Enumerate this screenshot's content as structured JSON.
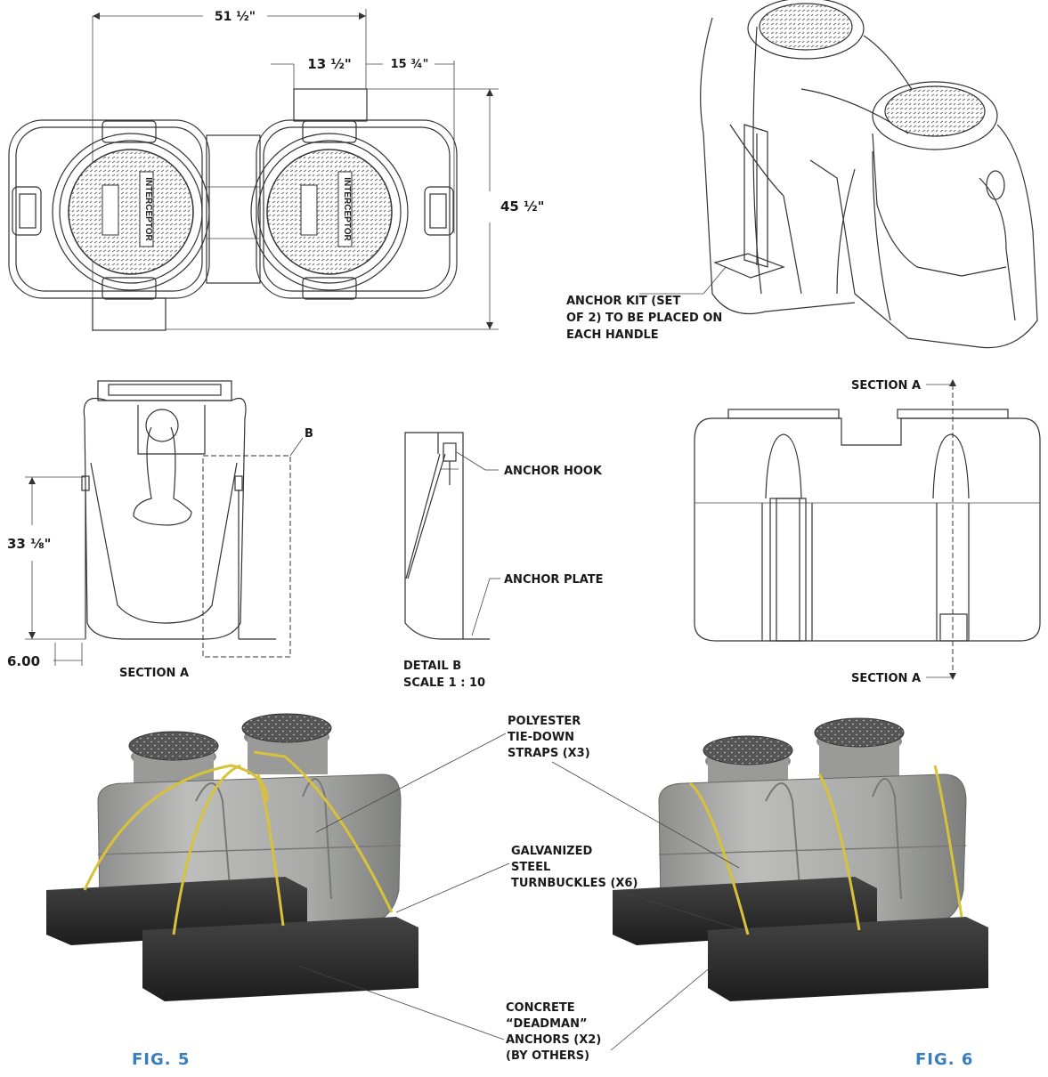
{
  "dimensions": {
    "overall_length": "51 ½\"",
    "lid_offset": "13 ½\"",
    "plate_offset": "15 ¾\"",
    "overall_width": "45 ½\"",
    "height": "33 ⅛\"",
    "plate_depth": "6.00"
  },
  "callouts": {
    "anchor_kit": [
      "ANCHOR KIT (SET",
      "OF 2) TO BE PLACED ON",
      "EACH HANDLE"
    ],
    "anchor_hook": "ANCHOR HOOK",
    "anchor_plate": "ANCHOR PLATE",
    "detail_marker": "B",
    "section_a_label": "SECTION A",
    "section_a_top": "SECTION A",
    "section_a_bottom": "SECTION A",
    "detail_b": [
      "DETAIL B",
      "SCALE 1 : 10"
    ],
    "straps": [
      "POLYESTER",
      "TIE-DOWN",
      "STRAPS (X3)"
    ],
    "turnbuckles": [
      "GALVANIZED",
      "STEEL",
      "TURNBUCKLES (X6)"
    ],
    "deadman": [
      "CONCRETE",
      "“DEADMAN”",
      "ANCHORS (X2)",
      "(BY OTHERS)"
    ]
  },
  "lid_text": "INTERCEPTOR",
  "figures": {
    "fig5": "FIG. 5",
    "fig6": "FIG. 6"
  },
  "colors": {
    "accent": "#3a7dbf",
    "strap": "#d8c23a",
    "tank": "#a9aaa8",
    "concrete": "#2a2a2a"
  }
}
